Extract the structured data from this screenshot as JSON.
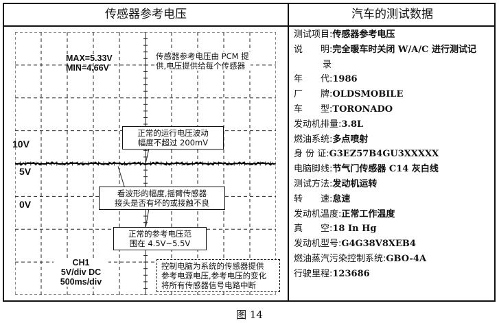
{
  "left_panel": {
    "title": "传感器参考电压",
    "readings": {
      "max": "MAX=5.33V",
      "min": "MIN=4.66V"
    },
    "top_note": [
      "传感器参考电压由 PCM 提",
      "供,电压提供给每个传感器"
    ],
    "callout_operating": [
      "正常的运行电压波动",
      "幅度不超过 200mV"
    ],
    "callout_wiggle": [
      "看波形的幅度,摇臂传感器",
      "接头是否有坏的或接触不良"
    ],
    "callout_range": [
      "正常的参考电压范",
      "围在 4.5V~5.5V"
    ],
    "callout_bottom": [
      "控制电脑为系统的传感器提供",
      "参考电源电压,参考电压的变化",
      "将所有传感器信号电路中断"
    ],
    "y_labels": {
      "v10": "10V",
      "v5": "5V",
      "v0": "0V"
    },
    "channel": {
      "name": "CH1",
      "scale": "5V/div DC",
      "time": "500ms/div"
    },
    "trace_voltage": 5.0
  },
  "right_panel": {
    "title": "汽车的测试数据",
    "items": [
      {
        "key": "测试项目:",
        "value": "传感器参考电压"
      },
      {
        "key": "说　　明:",
        "value": "完全暖车时关闭 W/A/C 进行测试记",
        "cont": "录"
      },
      {
        "key": "年　　代:",
        "value": "1986"
      },
      {
        "key": "厂　　牌:",
        "value": "OLDSMOBILE"
      },
      {
        "key": "车　　型:",
        "value": "TORONADO"
      },
      {
        "key": "发动机排量:",
        "value": "3.8L"
      },
      {
        "key": "燃油系统:",
        "value": "多点喷射"
      },
      {
        "key": "身 份 证:",
        "value": "G3EZ57B4GU3XXXXX"
      },
      {
        "key": "电脑脚线:",
        "value": "节气门传感器 C14 灰白线"
      },
      {
        "key": "测试方法:",
        "value": "发动机运转"
      },
      {
        "key": "转　　速:",
        "value": "怠速"
      },
      {
        "key": "发动机温度:",
        "value": "正常工作温度"
      },
      {
        "key": "真　　空:",
        "value": "18 In Hg"
      },
      {
        "key": "发动机型号:",
        "value": "G4G38V8XEB4"
      },
      {
        "key": "燃油蒸汽污染控制系统:",
        "value": "GBO-4A"
      },
      {
        "key": "行驶里程:",
        "value": "123686"
      }
    ]
  },
  "caption": "图 14"
}
